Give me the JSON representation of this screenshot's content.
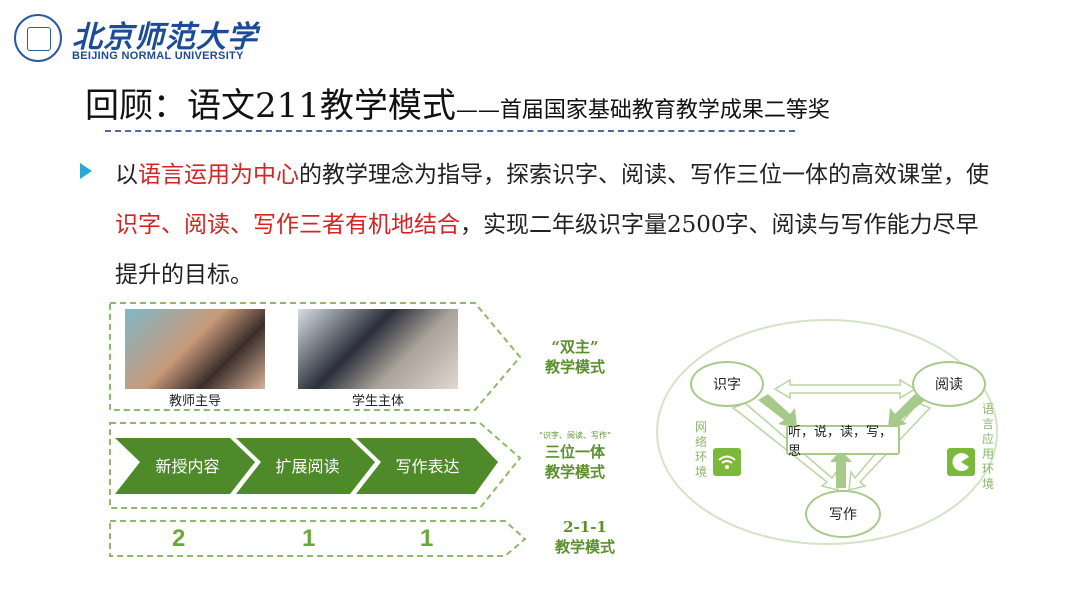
{
  "header": {
    "university_cn": "北京师范大学",
    "university_en": "BEIJING NORMAL UNIVERSITY",
    "logo_icon": "university-seal-icon"
  },
  "title": {
    "main": "回顾：语文211教学模式",
    "sub": "——首届国家基础教育教学成果二等奖"
  },
  "bullet": {
    "icon": "triangle-bullet-icon",
    "color": "#29a8d6",
    "segments": [
      {
        "text": "以",
        "style": "normal"
      },
      {
        "text": "语言运用为中心",
        "style": "red"
      },
      {
        "text": "的教学理念为指导，探索识字、阅读、写作三位一体的高效课堂，使",
        "style": "normal"
      },
      {
        "text": "识字、阅读、写作三者有机地结合",
        "style": "red"
      },
      {
        "text": "，实现二年级识字量2500字、阅读与写作能力尽早提升的目标。",
        "style": "normal"
      }
    ]
  },
  "left_diagram": {
    "row1": {
      "photos": [
        {
          "caption": "教师主导",
          "icon": "teacher-photo"
        },
        {
          "caption": "学生主体",
          "icon": "students-photo"
        }
      ],
      "label_line1": "“双主”",
      "label_line2": "教学模式"
    },
    "row2": {
      "steps": [
        "新授内容",
        "扩展阅读",
        "写作表达"
      ],
      "label_small": "“识字、阅读、写作”",
      "label_line1": "三位一体",
      "label_line2": "教学模式"
    },
    "row3": {
      "numbers": [
        "2",
        "1",
        "1"
      ],
      "label_line1": "2-1-1",
      "label_line2": "教学模式"
    },
    "colors": {
      "green_dark": "#4f8a2a",
      "green_text": "#5b8f2e",
      "dash": "#8fb96a"
    }
  },
  "right_diagram": {
    "nodes": {
      "literacy": "识字",
      "reading": "阅读",
      "writing": "写作"
    },
    "center": "听，说，读，写，思",
    "left_env": "网络环境",
    "right_env": "语言应用环境",
    "left_icon": "wifi-icon",
    "right_icon": "pacman-icon"
  }
}
